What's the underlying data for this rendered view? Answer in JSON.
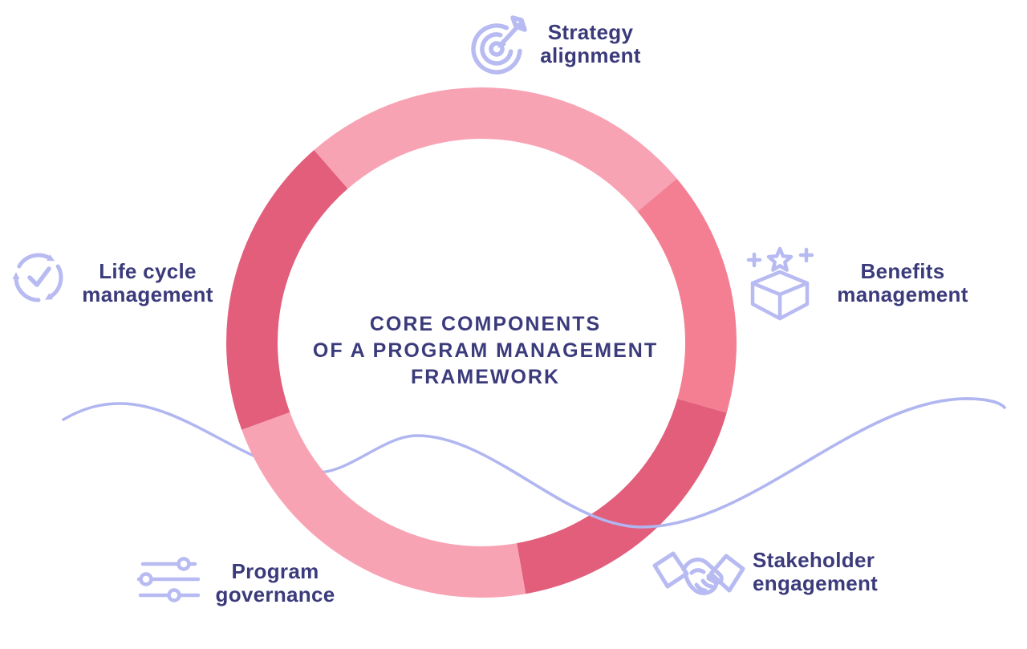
{
  "diagram_title": {
    "line1": "CORE COMPONENTS",
    "line2": "OF A PROGRAM MANAGEMENT",
    "line3": "FRAMEWORK"
  },
  "components": [
    {
      "name": "strategy-alignment",
      "line1": "Strategy",
      "line2": "alignment",
      "icon": "target-dart-icon"
    },
    {
      "name": "benefits-management",
      "line1": "Benefits",
      "line2": "management",
      "icon": "gift-box-star-icon"
    },
    {
      "name": "stakeholder-engagement",
      "line1": "Stakeholder",
      "line2": "engagement",
      "icon": "handshake-icon"
    },
    {
      "name": "program-governance",
      "line1": "Program",
      "line2": "governance",
      "icon": "sliders-icon"
    },
    {
      "name": "life-cycle-management",
      "line1": "Life cycle",
      "line2": "management",
      "icon": "cycle-arrows-check-icon"
    }
  ],
  "ring": {
    "segments": [
      {
        "position": "top",
        "color": "#F8A3B4",
        "start_angle_deg": -41,
        "end_angle_deg": 50
      },
      {
        "position": "upper-right",
        "color": "#F47F93",
        "start_angle_deg": 50,
        "end_angle_deg": 106
      },
      {
        "position": "lower-right",
        "color": "#E25E7B",
        "start_angle_deg": 106,
        "end_angle_deg": 170
      },
      {
        "position": "bottom",
        "color": "#F8A3B4",
        "start_angle_deg": 170,
        "end_angle_deg": 250
      },
      {
        "position": "left",
        "color": "#E25E7B",
        "start_angle_deg": 250,
        "end_angle_deg": 319
      }
    ]
  },
  "colors": {
    "accent_light_pink": "#F8A3B4",
    "accent_medium_pink": "#F47F93",
    "accent_dark_pink": "#E25E7B",
    "icon_lavender": "#B8BBF2",
    "wave_lavender": "#B0B6F0",
    "text_navy": "#3B3B7C",
    "background": "#FFFFFF"
  }
}
